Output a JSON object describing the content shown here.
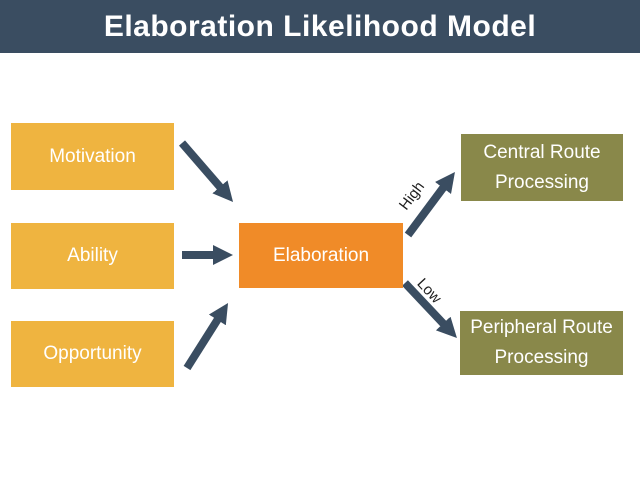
{
  "header": {
    "title": "Elaboration Likelihood Model"
  },
  "diagram": {
    "inputs": [
      {
        "label": "Motivation"
      },
      {
        "label": "Ability"
      },
      {
        "label": "Opportunity"
      }
    ],
    "center": {
      "label": "Elaboration"
    },
    "outputs": [
      {
        "label": "Central Route Processing"
      },
      {
        "label": "Peripheral Route Processing"
      }
    ],
    "arrow_labels": {
      "high": "High",
      "low": "Low"
    }
  },
  "colors": {
    "header_bg": "#3a4d61",
    "input_box": "#efb440",
    "center_box": "#f08b28",
    "output_box": "#89884a",
    "arrow": "#3a4d61",
    "arrow_label_text": "#1d1d1d",
    "box_text": "#ffffff",
    "title_text": "#ffffff"
  }
}
